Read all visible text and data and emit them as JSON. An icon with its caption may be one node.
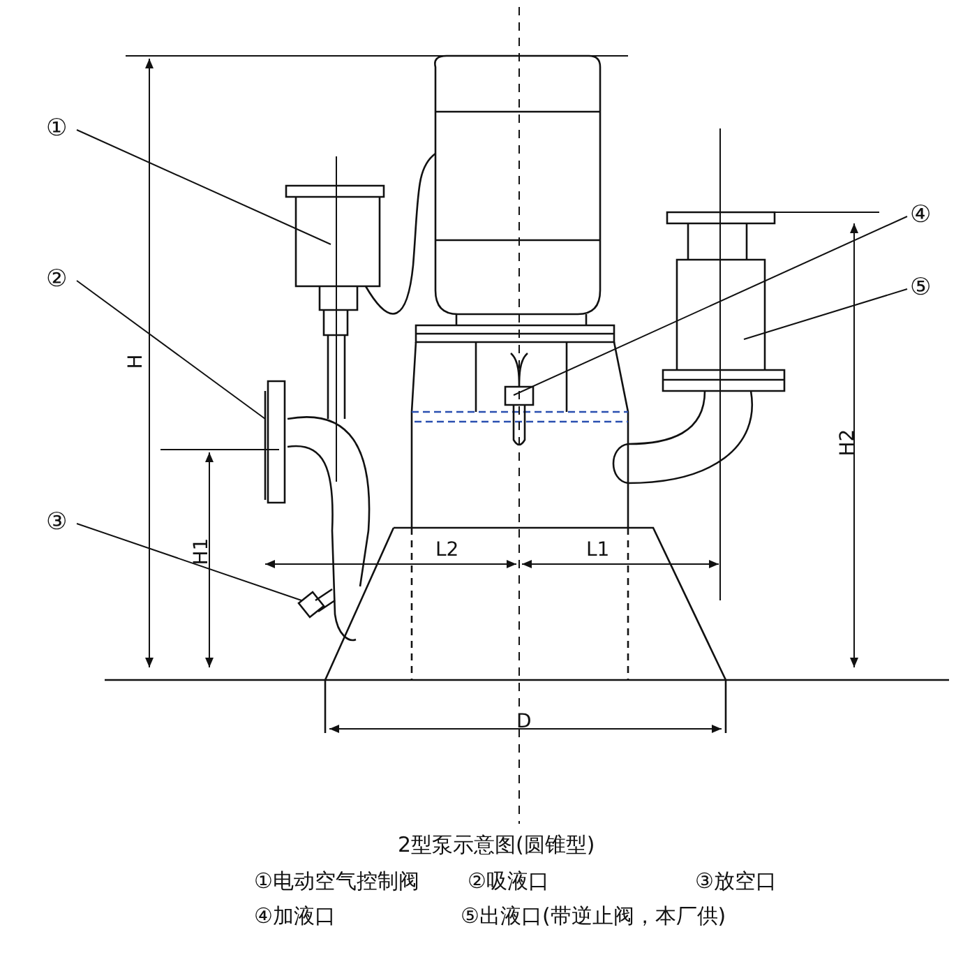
{
  "diagram": {
    "caption": "2型泵示意图(圆锥型)",
    "nodes": [
      {
        "text": [
          "①"
        ]
      },
      {
        "text": [
          "②"
        ]
      },
      {
        "text": [
          "③"
        ]
      },
      {
        "text": [
          "④"
        ]
      },
      {
        "text": [
          "⑤"
        ]
      },
      {
        "text": [],
        "shape": "picture"
      },
      {
        "text": [],
        "shape": "picture"
      },
      {
        "text": [],
        "shape": "picture"
      },
      {
        "text": [],
        "shape": "picture"
      },
      {
        "text": [],
        "shape": "picture"
      }
    ],
    "edges": [
      {
        "from": 0,
        "to": 5,
        "arrow": "none"
      },
      {
        "from": 1,
        "to": 6,
        "arrow": "none"
      },
      {
        "from": 2,
        "to": 7,
        "arrow": "none"
      },
      {
        "from": 3,
        "to": 8,
        "arrow": "none"
      },
      {
        "from": 4,
        "to": 9,
        "arrow": "none"
      }
    ],
    "labels": [
      "H",
      "H2",
      "H1",
      "L2",
      "L1",
      "D",
      "①电动空气控制阀",
      "②吸液口",
      "③放空口",
      "④加液口",
      "⑤出液口(带逆止阀，本厂供)"
    ]
  }
}
